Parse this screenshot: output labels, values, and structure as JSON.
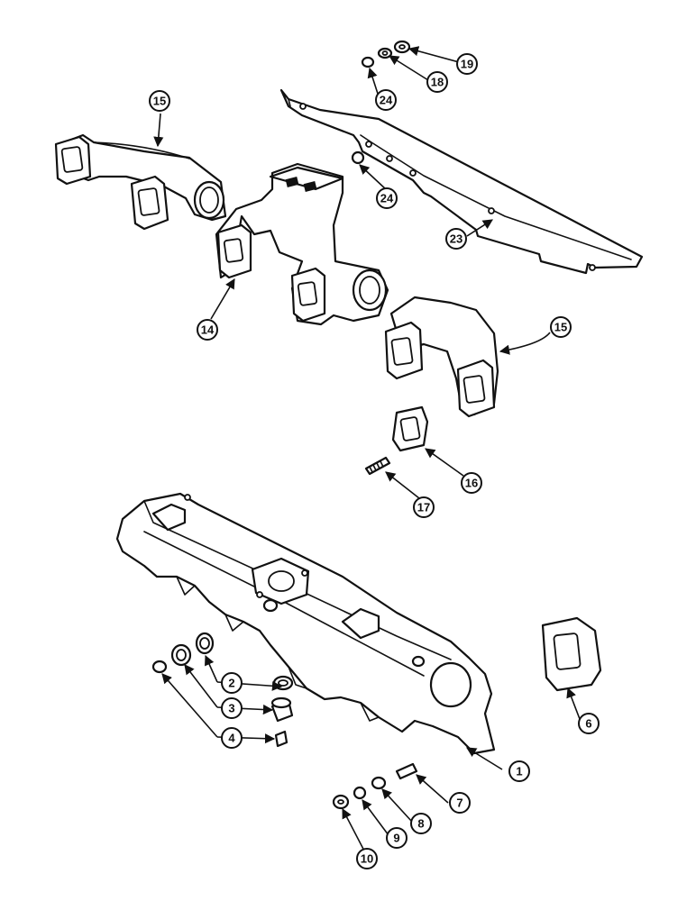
{
  "callouts": {
    "c1": "1",
    "c2": "2",
    "c3": "3",
    "c4": "4",
    "c6": "6",
    "c7": "7",
    "c8": "8",
    "c9": "9",
    "c10": "10",
    "c14": "14",
    "c15a": "15",
    "c15b": "15",
    "c16": "16",
    "c17": "17",
    "c18": "18",
    "c19": "19",
    "c23": "23",
    "c24a": "24",
    "c24b": "24"
  },
  "colors": {
    "ink": "#111111",
    "paper": "#ffffff"
  }
}
